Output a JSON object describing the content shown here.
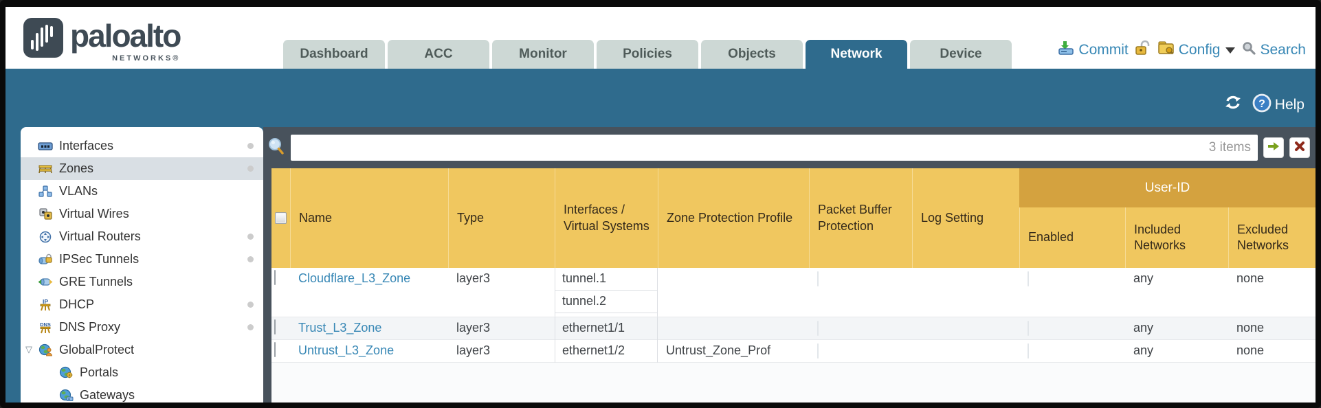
{
  "brand": {
    "name": "paloalto",
    "networks": "NETWORKS®"
  },
  "tabs": [
    {
      "label": "Dashboard"
    },
    {
      "label": "ACC"
    },
    {
      "label": "Monitor"
    },
    {
      "label": "Policies"
    },
    {
      "label": "Objects"
    },
    {
      "label": "Network",
      "active": true
    },
    {
      "label": "Device"
    }
  ],
  "header_actions": {
    "commit": "Commit",
    "config": "Config",
    "search": "Search"
  },
  "band": {
    "help": "Help"
  },
  "sidebar": {
    "items": [
      {
        "label": "Interfaces",
        "dot": true
      },
      {
        "label": "Zones",
        "dot": true,
        "selected": true
      },
      {
        "label": "VLANs"
      },
      {
        "label": "Virtual Wires"
      },
      {
        "label": "Virtual Routers",
        "dot": true
      },
      {
        "label": "IPSec Tunnels",
        "dot": true
      },
      {
        "label": "GRE Tunnels"
      },
      {
        "label": "DHCP",
        "dot": true
      },
      {
        "label": "DNS Proxy",
        "dot": true
      },
      {
        "label": "GlobalProtect",
        "expanded": true
      },
      {
        "label": "Portals",
        "child": true
      },
      {
        "label": "Gateways",
        "child": true
      }
    ]
  },
  "toolbar": {
    "search_value": "",
    "items_count": "3 items"
  },
  "table": {
    "group_header": "User-ID",
    "columns": {
      "name": "Name",
      "type": "Type",
      "interfaces": "Interfaces / Virtual Systems",
      "zone_protection": "Zone Protection Profile",
      "packet_buffer": "Packet Buffer Protection",
      "log_setting": "Log Setting",
      "enabled": "Enabled",
      "included": "Included Networks",
      "excluded": "Excluded Networks"
    },
    "rows": [
      {
        "name": "Cloudflare_L3_Zone",
        "type": "layer3",
        "interfaces": [
          "tunnel.1",
          "tunnel.2"
        ],
        "zone_protection": "",
        "log_setting": "",
        "included": "any",
        "excluded": "none"
      },
      {
        "name": "Trust_L3_Zone",
        "type": "layer3",
        "interfaces": [
          "ethernet1/1"
        ],
        "zone_protection": "",
        "log_setting": "",
        "included": "any",
        "excluded": "none"
      },
      {
        "name": "Untrust_L3_Zone",
        "type": "layer3",
        "interfaces": [
          "ethernet1/2"
        ],
        "zone_protection": "Untrust_Zone_Prof",
        "log_setting": "",
        "included": "any",
        "excluded": "none"
      }
    ]
  },
  "colors": {
    "accent_teal": "#2F6B8D",
    "header_gold": "#F0C75F",
    "group_gold": "#D4A23F",
    "link_blue": "#3787B5",
    "panel_dark": "#48525C"
  }
}
